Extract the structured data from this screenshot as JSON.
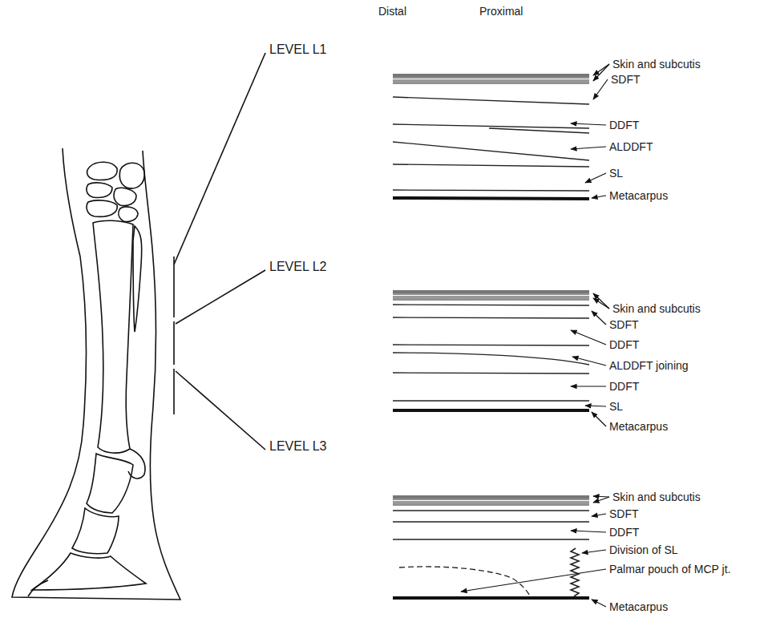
{
  "diagram": {
    "labels": [
      "Distal",
      "Proximal",
      "LEVEL L1",
      "LEVEL L2",
      "LEVEL L3",
      "Skin and subcutis",
      "SDFT",
      "DDFT",
      "ALDDFT",
      "SL",
      "Metacarpus",
      "Skin and subcutis",
      "SDFT",
      "DDFT",
      "ALDDFT joining",
      "DDFT",
      "SL",
      "Metacarpus",
      "Skin and subcutis",
      "SDFT",
      "DDFT",
      "Division of SL",
      "Palmar pouch of MCP jt.",
      "Metacarpus"
    ]
  }
}
